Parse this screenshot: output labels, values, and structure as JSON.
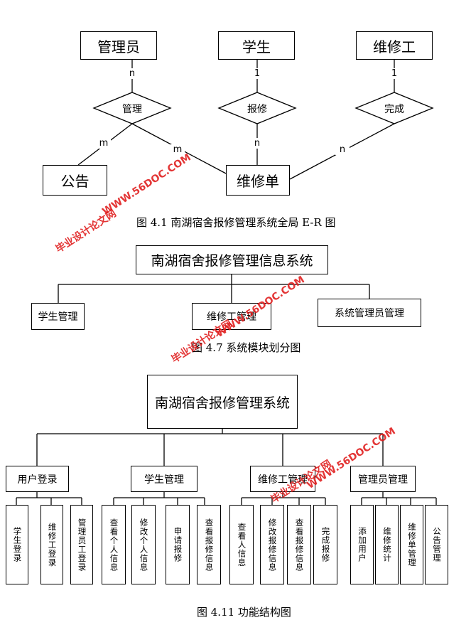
{
  "er": {
    "entities": {
      "admin": "管理员",
      "student": "学生",
      "worker": "维修工",
      "notice": "公告",
      "order": "维修单"
    },
    "relations": {
      "manage": "管理",
      "report": "报修",
      "complete": "完成"
    },
    "cardinality": {
      "admin_manage": "n",
      "manage_notice": "m",
      "manage_order": "m",
      "student_report": "1",
      "report_order": "n",
      "worker_complete": "1",
      "complete_order": "n"
    },
    "caption": "图 4.1  南湖宿舍报修管理系统全局 E-R 图"
  },
  "modules": {
    "root": "南湖宿舍报修管理信息系统",
    "children": [
      "学生管理",
      "维修工管理",
      "系统管理员管理"
    ],
    "caption": "图 4.7 系统模块划分图"
  },
  "func": {
    "root": "南湖宿舍报修管理系统",
    "groups": [
      {
        "label": "用户登录",
        "items": [
          "学生登录",
          "维修工登录",
          "管理员工登录"
        ]
      },
      {
        "label": "学生管理",
        "items": [
          "查看个人信息",
          "修改个人信息",
          "申请报修",
          "查看报修信息"
        ]
      },
      {
        "label": "维修工管理",
        "items": [
          "查看人信息",
          "修改报修信息",
          "查看报修信息",
          "完成报修"
        ]
      },
      {
        "label": "管理员管理",
        "items": [
          "添加用户",
          "维修统计",
          "维修单管理",
          "公告管理"
        ]
      }
    ],
    "caption": "图 4.11  功能结构图"
  },
  "watermarks": [
    "WWW.56DOC.COM",
    "毕业设计论文网"
  ]
}
